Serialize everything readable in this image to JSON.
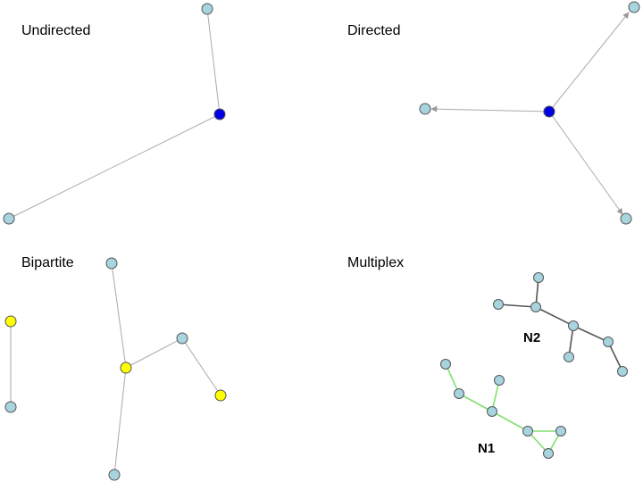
{
  "panels": {
    "undirected": {
      "label": "Undirected"
    },
    "directed": {
      "label": "Directed"
    },
    "bipartite": {
      "label": "Bipartite"
    },
    "multiplex": {
      "label": "Multiplex"
    }
  },
  "multiplex_layers": {
    "n1": {
      "label": "N1"
    },
    "n2": {
      "label": "N2"
    }
  },
  "colors": {
    "node_default": "#a8d4df",
    "node_hub": "#0000e6",
    "node_partition": "#ffff00",
    "edge_light": "#aaaaaa",
    "edge_dark": "#555555",
    "edge_green": "#80e070",
    "node_stroke": "#555555"
  }
}
